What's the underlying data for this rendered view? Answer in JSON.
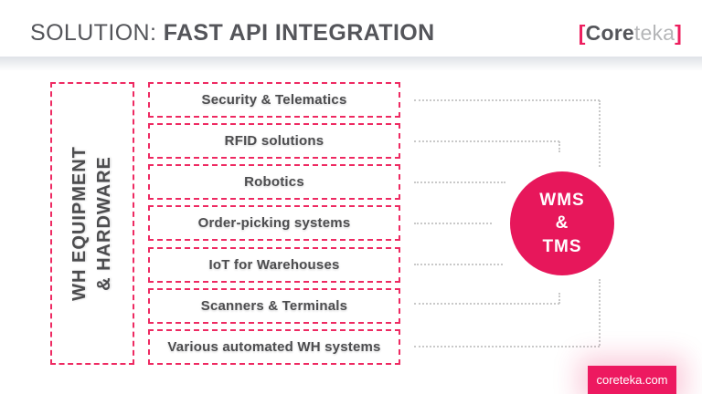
{
  "header": {
    "title": {
      "regular": "SOLUTION: ",
      "semibold": "FAST API ",
      "bold": "INTEGRATION"
    },
    "logo": {
      "bracket_open": "[",
      "text_primary": "Core",
      "text_secondary": "teka",
      "bracket_close": "]"
    }
  },
  "category_box": {
    "line1": "WH EQUIPMENT",
    "line2": "& HARDWARE"
  },
  "equipment_items": [
    "Security & Telematics",
    "RFID solutions",
    "Robotics",
    "Order-picking systems",
    "IoT for Warehouses",
    "Scanners & Terminals",
    "Various automated WH systems"
  ],
  "hub_circle": {
    "line1": "WMS",
    "line2": "&",
    "line3": "TMS"
  },
  "footer": {
    "website": "coreteka.com"
  },
  "colors": {
    "brand_pink": "#e7175b",
    "dashed_border_pink": "#ee2a62",
    "badge_pink": "#ed1960",
    "text_dark": "#4d4d4f",
    "connector_gray": "#c9c9c9",
    "logo_secondary_gray": "#b5b6b8"
  }
}
